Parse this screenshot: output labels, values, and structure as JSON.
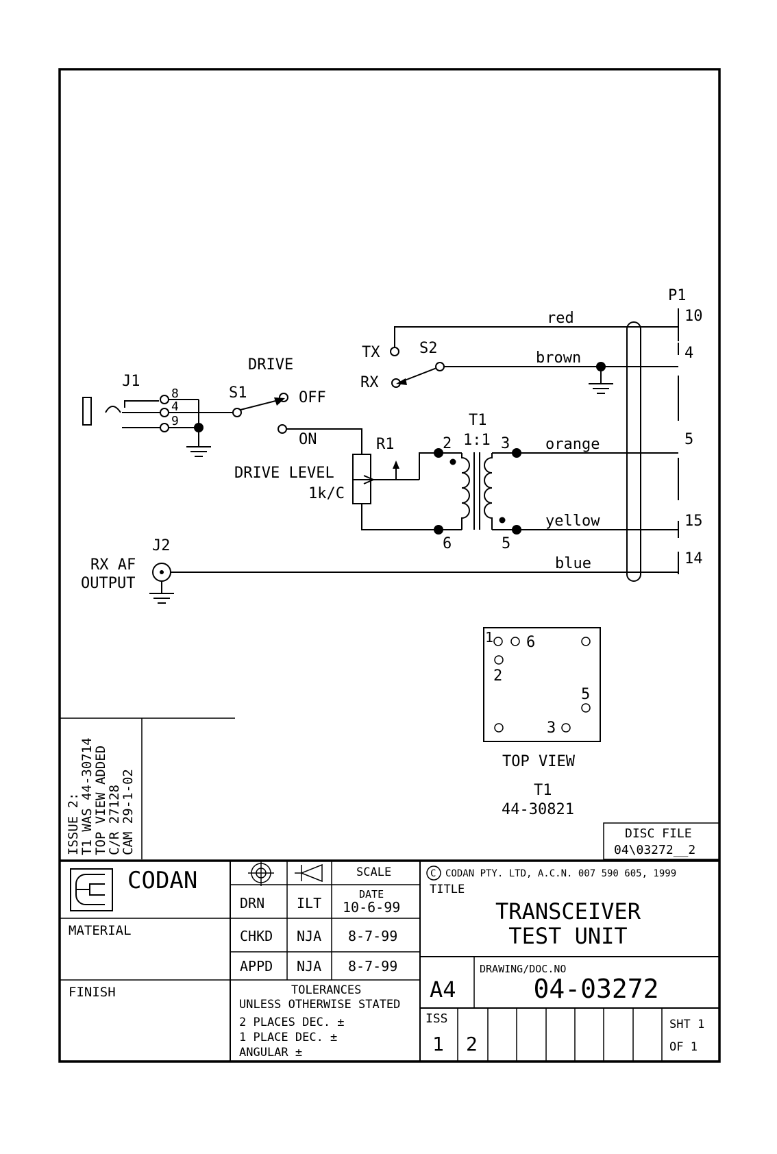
{
  "schematic": {
    "j1": {
      "ref": "J1",
      "pins": [
        "8",
        "4",
        "9"
      ]
    },
    "s1": {
      "ref": "S1",
      "title": "DRIVE",
      "off": "OFF",
      "on": "ON"
    },
    "s2": {
      "ref": "S2",
      "tx": "TX",
      "rx": "RX"
    },
    "r1": {
      "ref": "R1",
      "name": "DRIVE LEVEL",
      "value": "1k/C"
    },
    "t1": {
      "ref": "T1",
      "ratio": "1:1",
      "pins": [
        "2",
        "3",
        "6",
        "5"
      ]
    },
    "j2": {
      "ref": "J2",
      "label_line1": "RX AF",
      "label_line2": "OUTPUT"
    },
    "p1": {
      "ref": "P1"
    },
    "wires": [
      {
        "color": "red",
        "pin": "10"
      },
      {
        "color": "brown",
        "pin": "4"
      },
      {
        "color": "orange",
        "pin": "5"
      },
      {
        "color": "yellow",
        "pin": "15"
      },
      {
        "color": "blue",
        "pin": "14"
      }
    ],
    "top_view": {
      "pins": [
        "1",
        "6",
        "2",
        "5",
        "3"
      ],
      "caption": "TOP VIEW",
      "part_ref": "T1",
      "part_number": "44-30821"
    }
  },
  "revision_note": [
    "ISSUE 2:",
    "T1 WAS 44-30714",
    "TOP VIEW ADDED",
    "C/R 27128",
    "CAM 29-1-02"
  ],
  "disc_file": {
    "label": "DISC FILE",
    "value": "04\\03272__2"
  },
  "title_block": {
    "company": "CODAN",
    "copyright": "CODAN PTY. LTD,  A.C.N. 007 590 605, 1999",
    "material_label": "MATERIAL",
    "finish_label": "FINISH",
    "scale_label": "SCALE",
    "rows": [
      {
        "role": "DRN",
        "initials": "ILT",
        "date_label": "DATE",
        "date": "10-6-99"
      },
      {
        "role": "CHKD",
        "initials": "NJA",
        "date": "8-7-99"
      },
      {
        "role": "APPD",
        "initials": "NJA",
        "date": "8-7-99"
      }
    ],
    "tolerances": {
      "title": "TOLERANCES",
      "subtitle": "UNLESS OTHERWISE STATED",
      "lines": [
        "2 PLACES DEC.  ±",
        "1 PLACE DEC.  ±",
        "ANGULAR  ±"
      ]
    },
    "title_label": "TITLE",
    "title_line1": "TRANSCEIVER",
    "title_line2": "TEST UNIT",
    "size": "A4",
    "doc_no_label": "DRAWING/DOC.NO",
    "doc_no": "04-03272",
    "iss_label": "ISS",
    "issues": [
      "1",
      "2"
    ],
    "sheet_line1": "SHT 1",
    "sheet_line2": "OF 1"
  }
}
